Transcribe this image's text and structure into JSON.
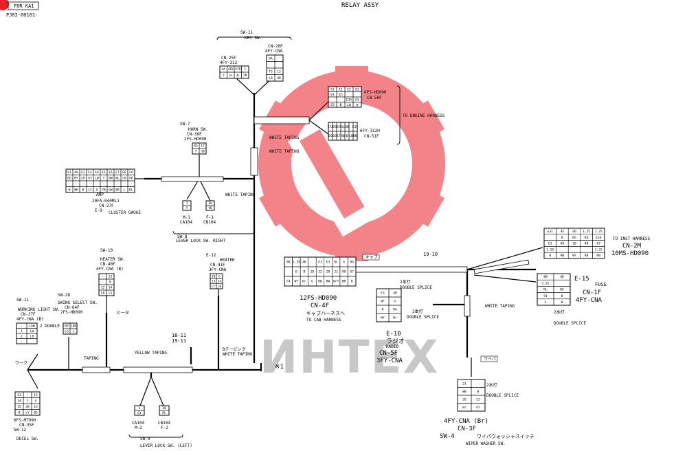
{
  "header": {
    "for_label": "FOR KA1",
    "doc_id": "PJ02-00101-",
    "title": "RELAY ASSY"
  },
  "watermark": {
    "text": "ИНТЕХ",
    "logo_icon": "gear-logo-icon",
    "logo_color": "#e8202a"
  },
  "key_switch": {
    "sw": "SW-11",
    "name": "KEY SW.",
    "cn1_id": "CN-25F",
    "cn1_type": "4FY-312",
    "cn1_pins": [
      "4A",
      "4TK",
      "4TR",
      "1",
      "2",
      "3L",
      "3L",
      "2R"
    ],
    "cn2_id": "CN-26F",
    "cn2_type": "4FY-CNA",
    "cn2_pins": [
      "9A",
      "-",
      "",
      "",
      "T3",
      "13",
      "LB",
      "9B"
    ]
  },
  "engine": {
    "cn1_type": "6FS-HD090",
    "cn1_id": "CN-50F",
    "cn1_pins": [
      "E1",
      "E1",
      "E2",
      "E3",
      "E4",
      "E5",
      "",
      "",
      "",
      "",
      "E35",
      "E5",
      "E3",
      "B",
      "LW",
      "W"
    ],
    "cn2_type": "6FY-312H",
    "cn2_id": "CN-51F",
    "cn2_pins": [
      "E7A",
      "E8",
      "E9",
      "3L",
      "5B",
      "",
      "E35",
      "E6",
      "E6",
      "E7",
      "4B",
      "B",
      "LB",
      "RB"
    ],
    "to_label": "TO ENGINE HARNESS"
  },
  "horn": {
    "sw": "SW-7",
    "name": "HORN SW.",
    "cn_id": "CN-36F",
    "cn_type": "2FS-HD090",
    "pins": [
      "RG",
      "17",
      "Y",
      "30"
    ]
  },
  "cluster": {
    "type": "20FA-040ML1",
    "cn_id": "CN-27F",
    "e_id": "E-9",
    "name": "CLUSTER GAUGE",
    "pins": [
      "E1",
      "40",
      "E2",
      "E3",
      "E4",
      "E5",
      "E6",
      "E7",
      "E8",
      "E9",
      "RG",
      "BY",
      "LR",
      "GY",
      "LW",
      "Y",
      "BW",
      "WL",
      "LB",
      "GR",
      "-",
      "-",
      "-",
      "-",
      "-",
      "-",
      "-",
      "-",
      "-",
      "-",
      "W",
      "WR",
      "B",
      "LY",
      "G",
      "YB",
      "GW",
      "BR",
      "L",
      "RL"
    ],
    "amp": "AMP"
  },
  "lever_right": {
    "sw": "SW-8",
    "name": "LEVER LOCK SW. RIGHT",
    "m_id": "M-1",
    "m_type": "CA104",
    "f_id": "F-1",
    "f_type": "CB104",
    "m_pins": [
      "1",
      "Y"
    ],
    "f_pins": [
      "30",
      "YB"
    ]
  },
  "heater_sw": {
    "sw": "SW-10",
    "name": "HEATER SW.",
    "cn_id": "CN-40F",
    "cn_type": "4FY-CNA (B)",
    "pins": [
      "-",
      "13",
      "-",
      "B",
      "12",
      "14",
      "LB",
      "LG"
    ]
  },
  "heater": {
    "e_id": "E-12",
    "name": "HEATER",
    "cn_id": "CN-41F",
    "cn_type": "3FY-CNA",
    "pins": [
      "10",
      "G",
      "13",
      "14",
      "LY",
      "LB"
    ]
  },
  "work_light": {
    "sw": "SW-11",
    "name": "WORKING LIGHT SW.",
    "cn_id": "CN-37F",
    "cn_type": "4FY-CNA (B)",
    "pins": [
      "-",
      "L5W",
      "1",
      "LW",
      "2",
      "LB",
      "-",
      ""
    ],
    "splice": "2 DOUBLE SPLICE"
  },
  "swing": {
    "sw": "SW-28",
    "name": "SWING SELECT SW.",
    "cn_id": "CN-64F",
    "cn_type": "2FS-HD090",
    "pins": [
      "B9",
      "10B",
      "LG",
      "L"
    ]
  },
  "decel": {
    "type": "6FS-MT090",
    "cn_id": "CN-35F",
    "sw": "SW-12",
    "name": "DECEL SW.",
    "pins": [
      "33",
      "-",
      "15",
      "34",
      "Y",
      "V",
      "35",
      "48",
      "13",
      "B",
      "LY",
      "BG"
    ]
  },
  "lever_left": {
    "m_type": "CA104",
    "m_id": "M-2",
    "f_type": "CB104",
    "f_id": "F-2",
    "sw": "SW-9",
    "name": "LEVER LOCK SW. (LEFT)",
    "m_pins": [
      "1",
      "GY"
    ],
    "f_pins": [
      "30",
      "PL"
    ]
  },
  "cab": {
    "type": "12FS-HD090",
    "cn_id": "CN-4F",
    "jp": "キャブハーネスへ",
    "to_label": "TO CAB HARNESS",
    "tag": "キャブ",
    "pins": [
      "8B",
      "1.25",
      "4B",
      "",
      "E3",
      "E3",
      "RL",
      "G",
      "RG",
      "",
      "B",
      "B",
      "1D",
      "22",
      "20",
      "21",
      "90",
      "67",
      "E4",
      "WY",
      "Br",
      "G",
      "RB",
      "RW",
      "BrY",
      "BR",
      "B"
    ]
  },
  "radio": {
    "e_id": "E-10",
    "jp": "ラジオ",
    "name": "RADIO",
    "cn_id": "CN-5F",
    "cn_type": "3FY-CNA",
    "pins": [
      "E3",
      "4B",
      "4F",
      "G",
      "R",
      "RG",
      "WY",
      "Br"
    ],
    "splice_jp": "2本打",
    "splice": "DOUBLE SPLICE"
  },
  "inst": {
    "to_label": "TO INST HARNESS",
    "cn_id": "CN-2M",
    "type": "10MS-HD090",
    "pins": [
      "E31",
      "4E",
      "4D",
      "1.25",
      "1.25",
      "",
      "B",
      "RG",
      "RG",
      "E30",
      "E3",
      "90",
      "1B",
      "4B",
      "87",
      "1.25",
      "",
      "",
      "",
      "1.25",
      "B",
      "RW",
      "WY",
      "RB",
      "RB"
    ],
    "wire": "19-10"
  },
  "fuse": {
    "e_id": "E-15",
    "name": "FUSE",
    "cn_id": "CN-1F",
    "cn_type": "4FY-CNA",
    "pins": [
      "8B",
      "4D",
      "1.25",
      "",
      "RL",
      "RG",
      "91",
      "B",
      "G",
      "B"
    ],
    "splice_jp": "2本打",
    "splice": "DOUBLE SPLICE"
  },
  "wiper": {
    "type": "4FY-CNA (Br)",
    "cn_id": "CN-3F",
    "sw": "SW-4",
    "jp": "ワイパウォッシャスイッチ",
    "name": "WIPER WASHER SW.",
    "tag": "ワイパ",
    "pins": [
      "21",
      "-",
      "WB",
      "B",
      "20",
      "22",
      "Br",
      "GY"
    ],
    "splice_jp": "2本打",
    "splice": "DOUBLE SPLICE"
  },
  "wires": {
    "white_taping": "WHITE TAPING",
    "yellow_taping": "YELLOW TAPING",
    "taping": "TAPING",
    "b_taping_jp": "Bテーピング",
    "wire_top": "18-11",
    "wire_bottom": "19-11",
    "ref_mark": "※1",
    "tag_heater": "ヒータ",
    "tag_work": "ワーク"
  }
}
